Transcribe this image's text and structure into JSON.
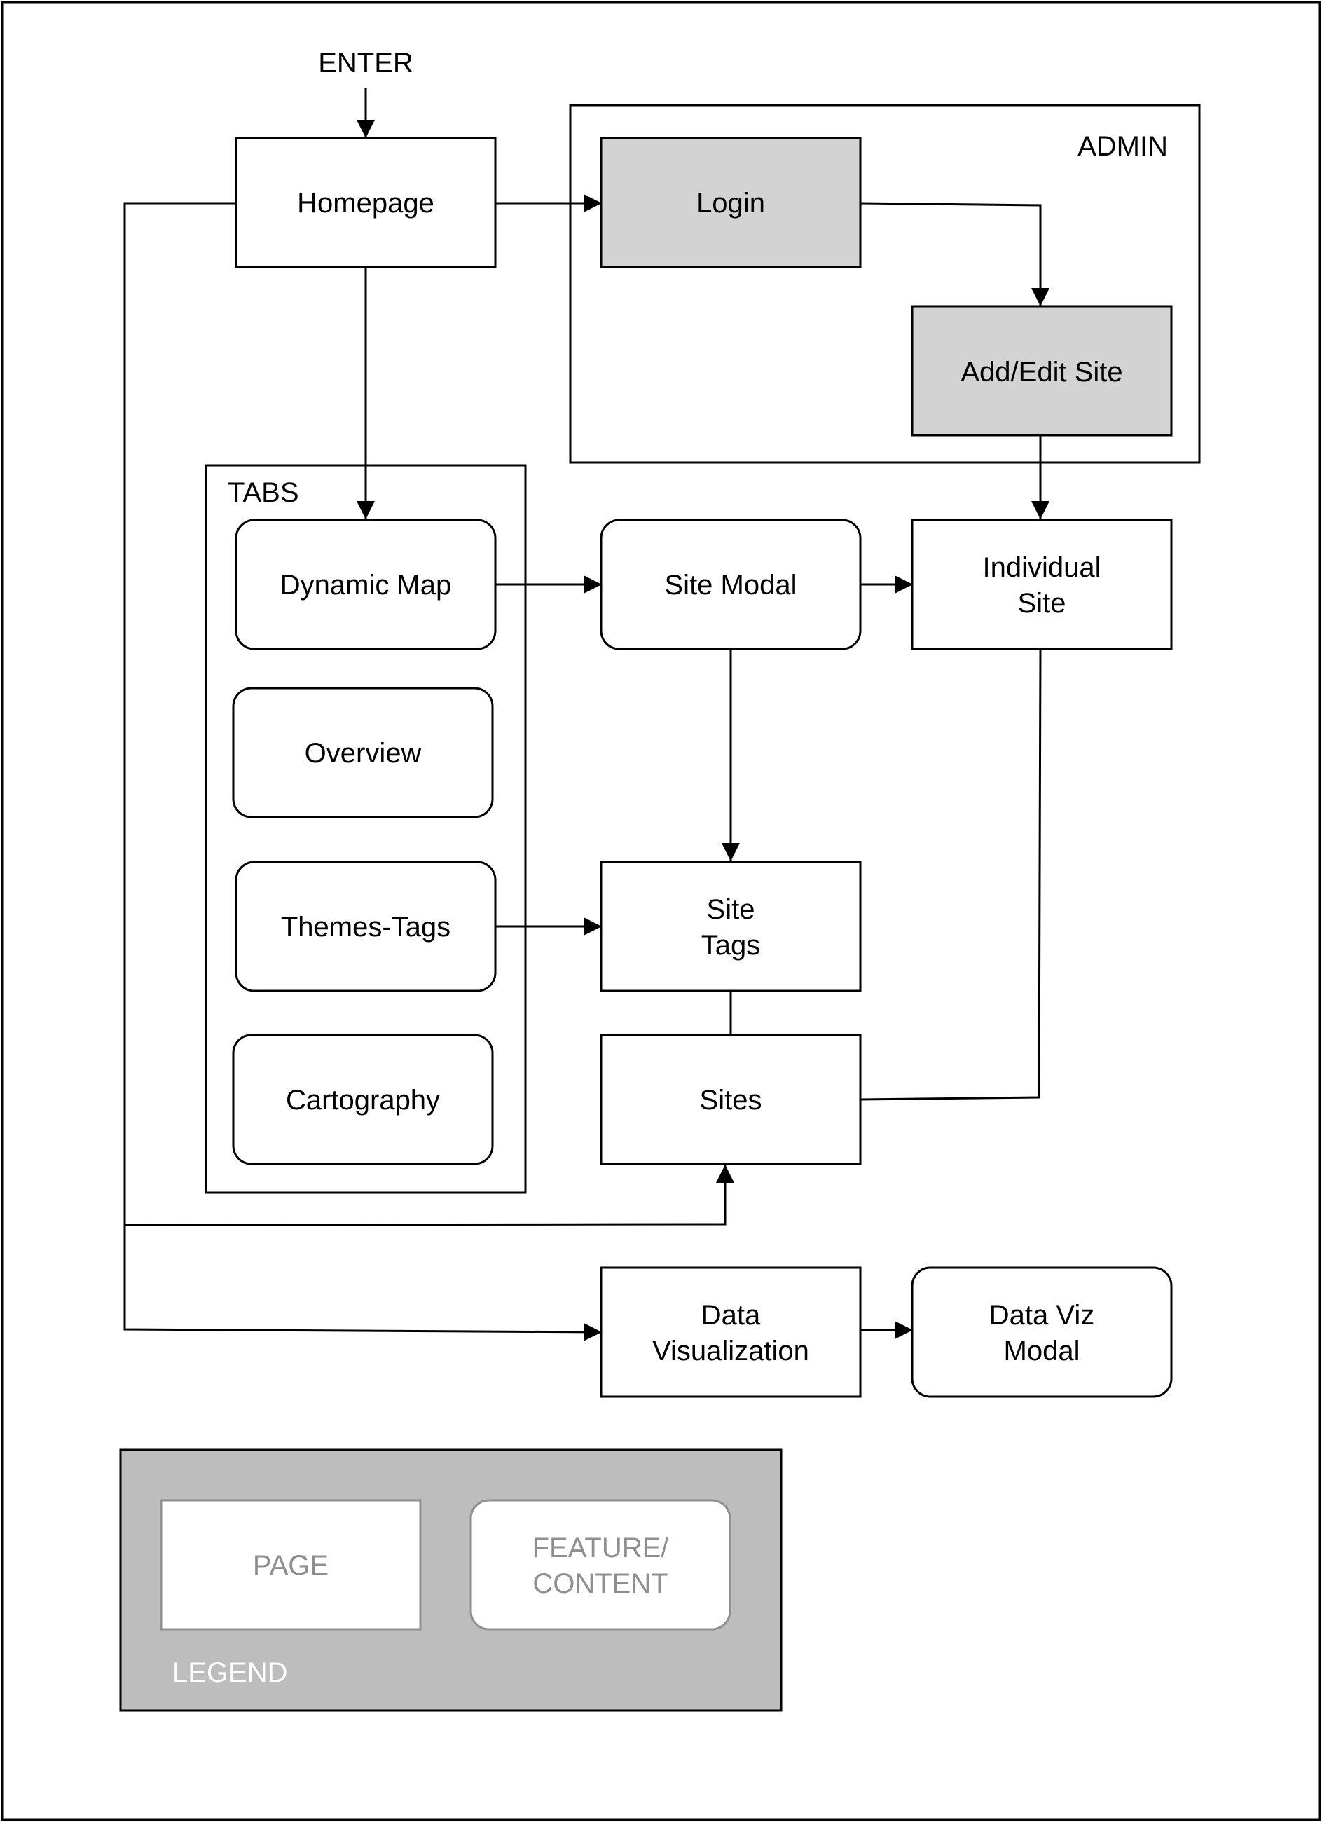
{
  "entry": {
    "label": "ENTER"
  },
  "groups": {
    "admin": {
      "label": "ADMIN"
    },
    "tabs": {
      "label": "TABS"
    }
  },
  "nodes": {
    "homepage": {
      "lines": [
        "Homepage"
      ],
      "kind": "page"
    },
    "login": {
      "lines": [
        "Login"
      ],
      "kind": "admin-page"
    },
    "add_edit_site": {
      "lines": [
        "Add/Edit Site"
      ],
      "kind": "admin-page"
    },
    "dynamic_map": {
      "lines": [
        "Dynamic Map"
      ],
      "kind": "feature"
    },
    "overview": {
      "lines": [
        "Overview"
      ],
      "kind": "feature"
    },
    "themes_tags": {
      "lines": [
        "Themes-Tags"
      ],
      "kind": "feature"
    },
    "cartography": {
      "lines": [
        "Cartography"
      ],
      "kind": "feature"
    },
    "site_modal": {
      "lines": [
        "Site Modal"
      ],
      "kind": "feature"
    },
    "individual_site": {
      "lines": [
        "Individual",
        "Site"
      ],
      "kind": "page"
    },
    "site_tags": {
      "lines": [
        "Site",
        "Tags"
      ],
      "kind": "page"
    },
    "sites": {
      "lines": [
        "Sites"
      ],
      "kind": "page"
    },
    "data_visualization": {
      "lines": [
        "Data",
        "Visualization"
      ],
      "kind": "page"
    },
    "data_viz_modal": {
      "lines": [
        "Data Viz",
        "Modal"
      ],
      "kind": "feature"
    }
  },
  "edges": [
    {
      "from": "enter",
      "to": "homepage"
    },
    {
      "from": "homepage",
      "to": "login"
    },
    {
      "from": "login",
      "to": "add_edit_site"
    },
    {
      "from": "add_edit_site",
      "to": "individual_site"
    },
    {
      "from": "homepage",
      "to": "dynamic_map"
    },
    {
      "from": "dynamic_map",
      "to": "site_modal"
    },
    {
      "from": "site_modal",
      "to": "individual_site"
    },
    {
      "from": "site_modal",
      "to": "site_tags"
    },
    {
      "from": "themes_tags",
      "to": "site_tags"
    },
    {
      "from": "site_tags",
      "to": "sites",
      "arrow": false
    },
    {
      "from": "individual_site",
      "to": "sites",
      "arrow": false
    },
    {
      "from": "homepage",
      "to": "sites"
    },
    {
      "from": "homepage",
      "to": "data_visualization"
    },
    {
      "from": "data_visualization",
      "to": "data_viz_modal"
    }
  ],
  "legend": {
    "title": "LEGEND",
    "page": {
      "lines": [
        "PAGE"
      ]
    },
    "feature": {
      "lines": [
        "FEATURE/",
        "CONTENT"
      ]
    }
  },
  "colors": {
    "stroke": "#000000",
    "admin_fill": "#d3d3d3",
    "legend_bg": "#bdbdbd",
    "legend_sample_stroke": "#8f8f8f",
    "legend_sample_text": "#8f8f8f",
    "legend_title": "#ffffff"
  }
}
